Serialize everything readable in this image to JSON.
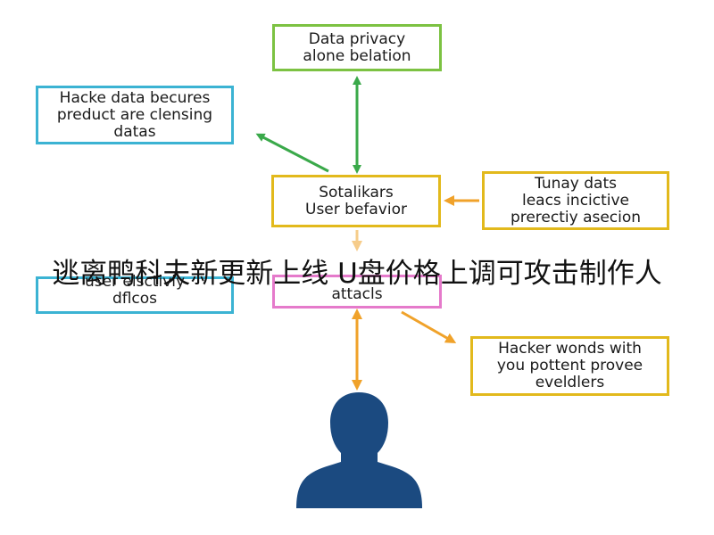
{
  "colors": {
    "green": "#7cc242",
    "cyan": "#3bb3d3",
    "gold": "#e2b91c",
    "pink": "#e57acb",
    "arrow_green": "#3aa94a",
    "arrow_orange": "#f0a22a",
    "arrow_light": "#f6cc8a",
    "person": "#1b4a80"
  },
  "boxes": {
    "privacy": "Data privacy\nalone belation",
    "hacker_data": "Hacke data becures\npreduct are clensing\ndatas",
    "social": "Sotalikars\nUser befavior",
    "tunay": "Tunay dats\nleacs incictive\nprerectiy asecion",
    "user_elect": "user elsctivly\ndflcos",
    "attacks": "attacls",
    "hacker_wonds": "Hacker wonds with\nyou pottent provee\neveldlers"
  },
  "icons": {
    "person": "person-silhouette-icon"
  },
  "banner": "逃离鸭科夫新更新上线 U盘价格上调可攻击制作人"
}
